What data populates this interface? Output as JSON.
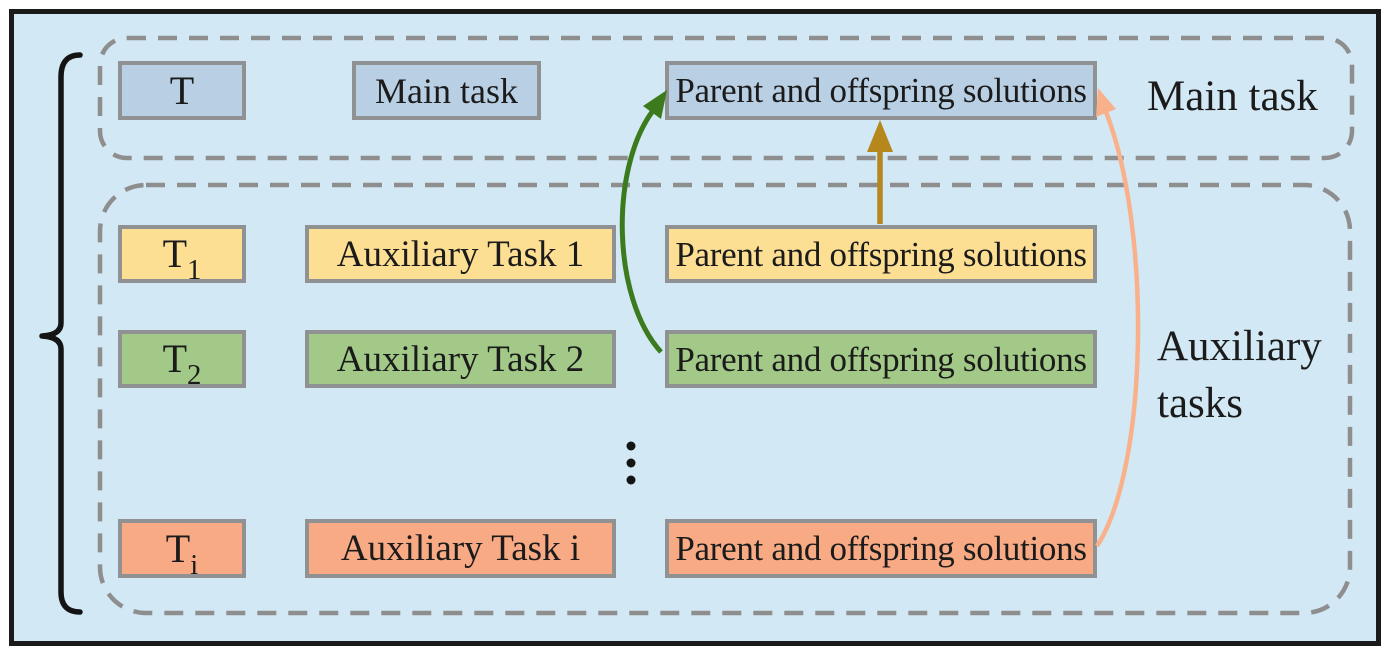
{
  "figure": {
    "background": "#d2e8f4",
    "frame_border_color": "#1a1a1a",
    "box_border_color": "#8f9193",
    "dashed_outline_color": "#8e8e8e",
    "text_color": "#1b1b1b"
  },
  "regions": {
    "main": {
      "label": "Main task"
    },
    "auxiliary": {
      "label_line1": "Auxiliary",
      "label_line2": "tasks"
    }
  },
  "rows": [
    {
      "symbol": "T",
      "subscript": "",
      "task": "Main task",
      "solutions": "Parent and offspring solutions",
      "fill": "#b9cfe4"
    },
    {
      "symbol": "T",
      "subscript": "1",
      "task": "Auxiliary Task 1",
      "solutions": "Parent and offspring solutions",
      "fill": "#fcdf92"
    },
    {
      "symbol": "T",
      "subscript": "2",
      "task": "Auxiliary Task 2",
      "solutions": "Parent and offspring solutions",
      "fill": "#a2c987"
    },
    {
      "symbol": "T",
      "subscript": "i",
      "task": "Auxiliary Task i",
      "solutions": "Parent and offspring solutions",
      "fill": "#f7aa84"
    }
  ],
  "arrows": {
    "gold_color": "#b5871c",
    "green_color": "#3c7a1e",
    "salmon_color": "#f9b18c"
  },
  "brace_color": "#141414",
  "ellipsis_color": "#141414"
}
